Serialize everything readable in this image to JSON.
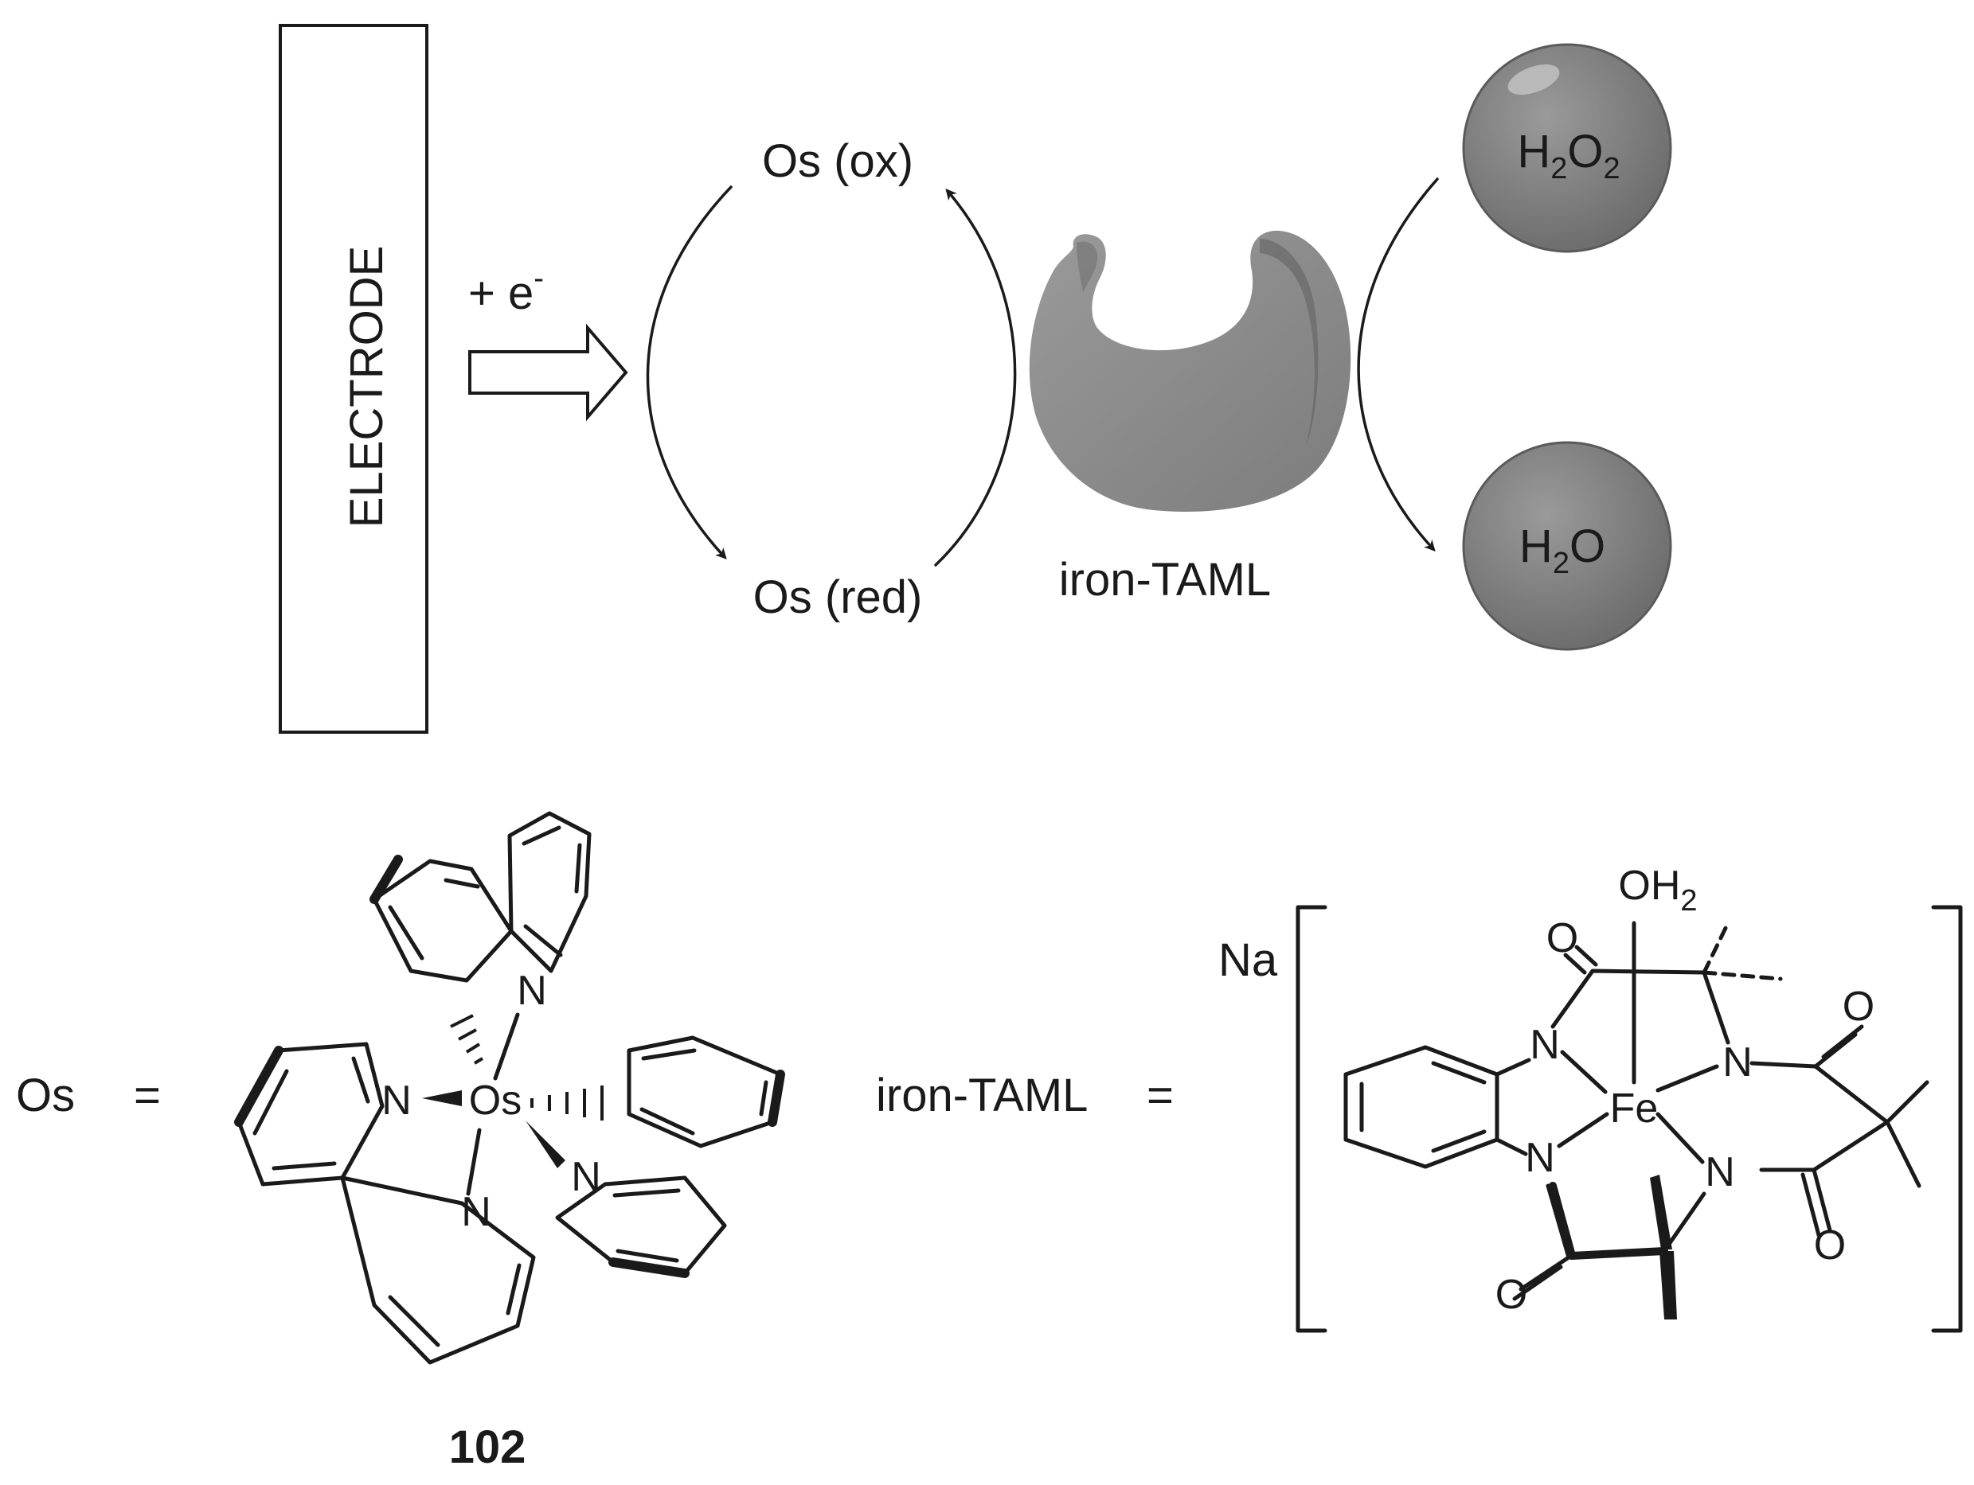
{
  "scheme": {
    "electrode_label": "ELECTRODE",
    "electron_label": "+ e",
    "electron_sup": "-",
    "os_ox": "Os (ox)",
    "os_red": "Os (red)",
    "catalyst_label": "iron-TAML",
    "substrate": {
      "p1": "H",
      "s1": "2",
      "p2": "O",
      "s2": "2"
    },
    "product": {
      "p1": "H",
      "s1": "2",
      "p2": "O"
    }
  },
  "legend": {
    "os_def": "Os",
    "equals": "=",
    "taml_def": "iron-TAML",
    "compound_number": "102"
  },
  "osmium_complex": {
    "center": "Os",
    "n1": "N",
    "n2": "N",
    "n3": "N",
    "n4": "N"
  },
  "iron_taml": {
    "counter_ion": "Na",
    "center": "Fe",
    "ligand_oh": "OH",
    "ligand_oh_sub": "2",
    "n1": "N",
    "n2": "N",
    "n3": "N",
    "n4": "N",
    "o1": "O",
    "o2": "O",
    "o3": "O",
    "o4": "O"
  },
  "colors": {
    "sphere": "#7a7a7a",
    "sphere_edge": "#555555",
    "enzyme": "#8a8a8a",
    "ink": "#1a1a1a"
  }
}
